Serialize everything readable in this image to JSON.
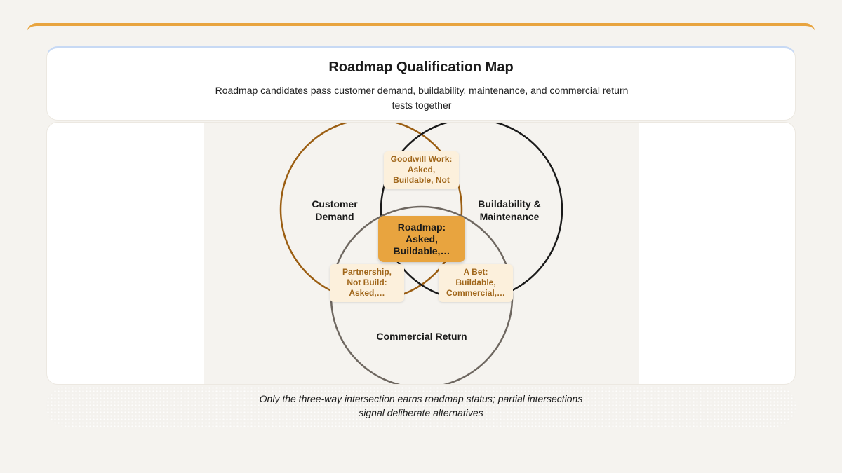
{
  "header": {
    "title": "Roadmap Qualification Map",
    "subtitle": "Roadmap candidates pass customer demand, buildability, maintenance, and commercial return tests together"
  },
  "diagram": {
    "sets": {
      "customer_demand": {
        "line1": "Customer",
        "line2": "Demand",
        "color": "#9b5e12"
      },
      "buildability": {
        "line1": "Buildability &",
        "line2": "Maintenance",
        "color": "#1a1a1a"
      },
      "commercial": {
        "line1": "Commercial Return",
        "color": "#6e6760"
      }
    },
    "intersections": {
      "demand_build": {
        "line1": "Goodwill Work:",
        "line2": "Asked,",
        "line3": "Buildable, Not"
      },
      "demand_commercial": {
        "line1": "Partnership,",
        "line2": "Not Build:",
        "line3": "Asked,…"
      },
      "build_commercial": {
        "line1": "A Bet:",
        "line2": "Buildable,",
        "line3": "Commercial,…"
      },
      "all_three": {
        "line1": "Roadmap:",
        "line2": "Asked,",
        "line3": "Buildable,…"
      }
    },
    "colors": {
      "accent": "#e8a43f",
      "tag_fill": "#fcf0dc",
      "tag_text": "#a0661a"
    }
  },
  "footer": {
    "note_line1": "Only the three-way intersection earns roadmap status; partial intersections",
    "note_line2": "signal deliberate alternatives"
  }
}
